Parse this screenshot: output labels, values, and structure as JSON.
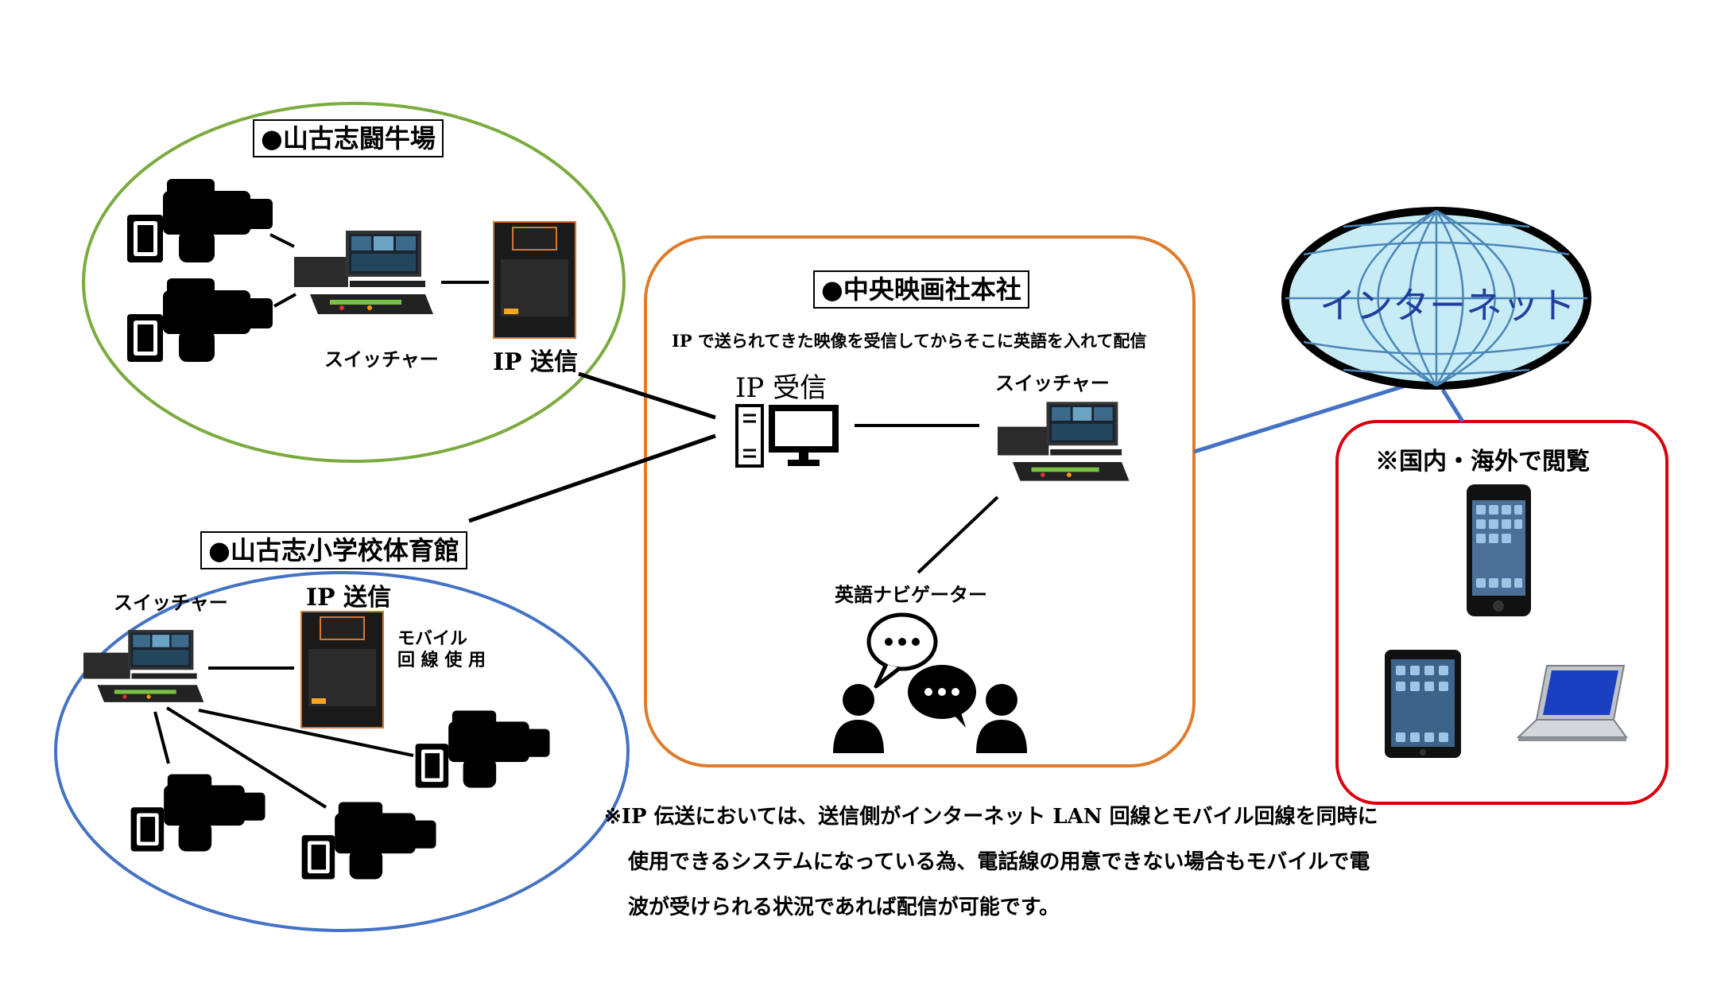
{
  "venue1": {
    "title": "●山古志闘牛場",
    "switcher_label": "スイッチャー",
    "ip_label": "IP 送信"
  },
  "venue2": {
    "title": "●山古志小学校体育館",
    "switcher_label": "スイッチャー",
    "ip_label": "IP 送信",
    "mobile_label_1": "モバイル",
    "mobile_label_2": "回 線 使 用"
  },
  "hq": {
    "title": "●中央映画社本社",
    "description": "IP で送られてきた映像を受信してからそこに英語を入れて配信",
    "ip_receive_label": "IP 受信",
    "switcher_label": "スイッチャー",
    "navigator_label": "英語ナビゲーター"
  },
  "internet": {
    "label": "インターネット"
  },
  "viewers": {
    "title": "※国内・海外で閲覧"
  },
  "footnote": {
    "line1": "※IP 伝送においては、送信側がインターネット LAN 回線とモバイル回線を同時に",
    "line2": "使用できるシステムになっている為、電話線の用意できない場合もモバイルで電",
    "line3": "波が受けられる状況であれば配信が可能です。"
  },
  "colors": {
    "venue1_border": "#7bab3f",
    "venue2_border": "#4472c4",
    "hq_border": "#e07b2a",
    "viewers_border": "#d9000d",
    "internet_fill": "#c8ecf6",
    "internet_text": "#1f3f9f",
    "internet_link": "#4472c4"
  }
}
